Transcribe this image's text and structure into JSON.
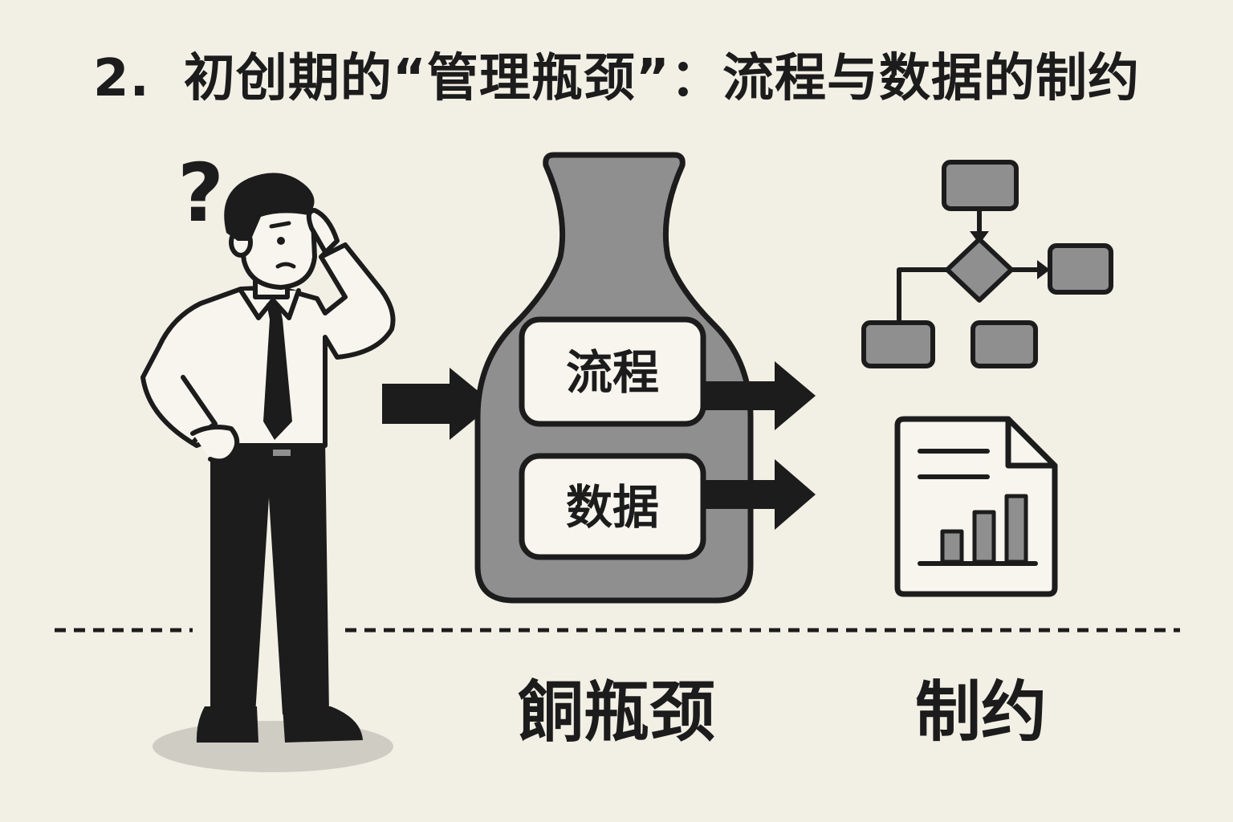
{
  "title": {
    "number": "2.",
    "text": "初创期的“管理瓶颈”：流程与数据的制约"
  },
  "person": {
    "question_mark": "?"
  },
  "bottle": {
    "boxes": [
      {
        "label": "流程"
      },
      {
        "label": "数据"
      }
    ]
  },
  "bottom_labels": {
    "left": "餇瓶颈",
    "right": "制约"
  },
  "icons": [
    "confused-person-icon",
    "bottleneck-bottle-icon",
    "flowchart-icon",
    "report-chart-icon"
  ],
  "colors": {
    "background": "#f2efe5",
    "ink": "#1c1c1c",
    "fill_gray": "#8f8f8f",
    "shadow": "#cfccc3"
  }
}
